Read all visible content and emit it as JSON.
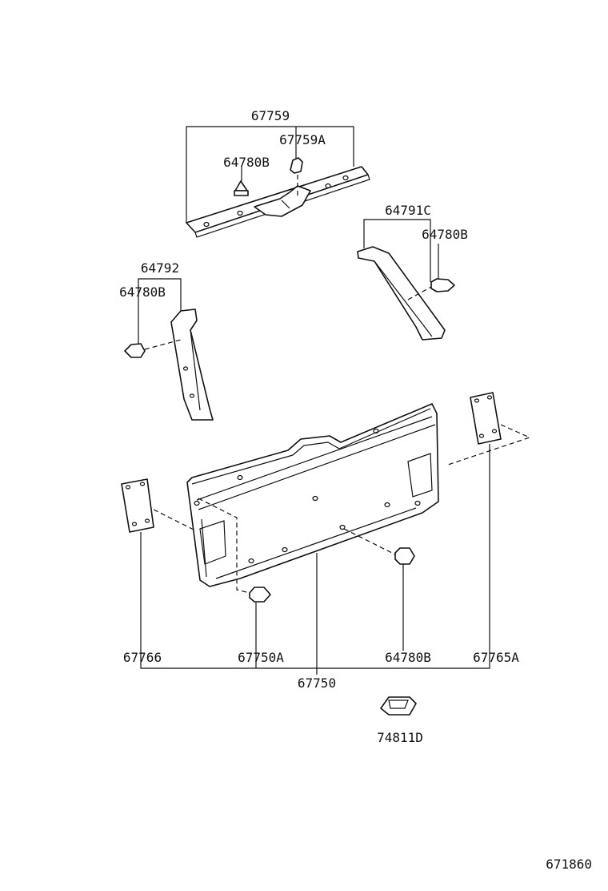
{
  "diagram": {
    "figure_number": "671860",
    "labels": {
      "p67759": "67759",
      "p67759A": "67759A",
      "p64780B_top": "64780B",
      "p64791C": "64791C",
      "p64780B_right": "64780B",
      "p64792": "64792",
      "p64780B_left": "64780B",
      "p67766": "67766",
      "p67750A": "67750A",
      "p64780B_bottom": "64780B",
      "p67765A": "67765A",
      "p67750": "67750",
      "p74811D": "74811D"
    }
  }
}
